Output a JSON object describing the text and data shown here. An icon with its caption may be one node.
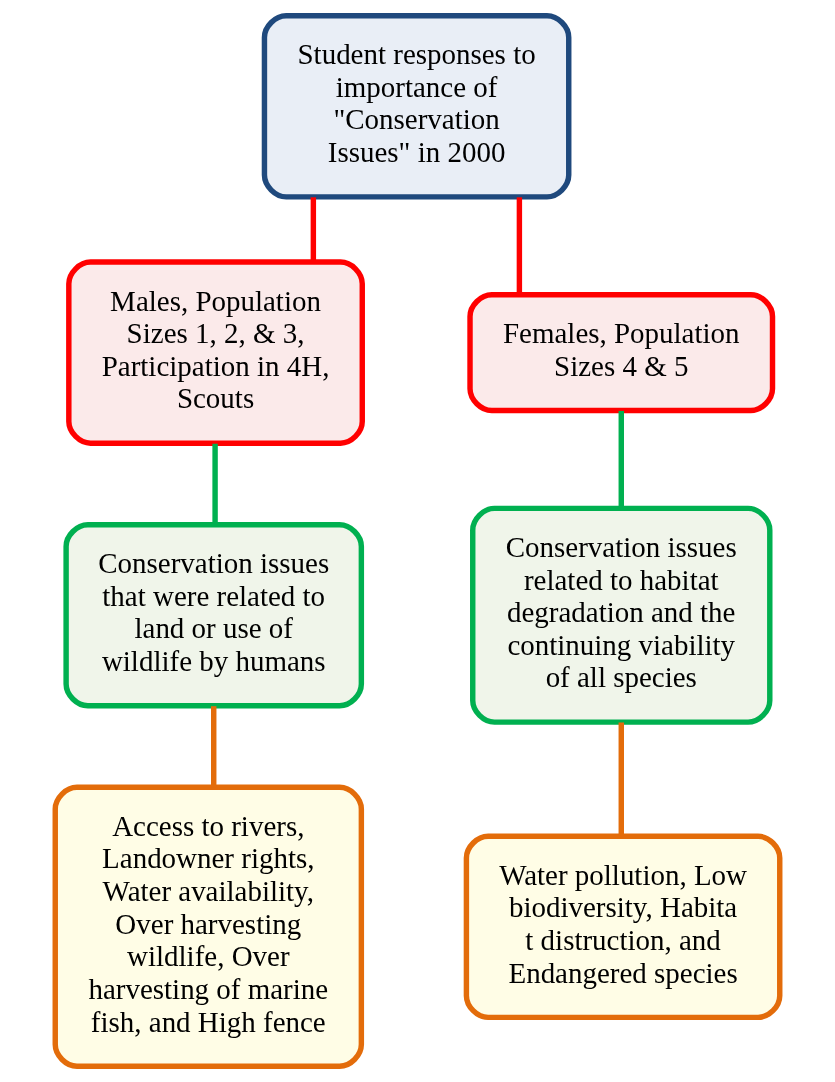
{
  "diagram": {
    "nodes": [
      {
        "text": [
          "Student responses to importance of \"Conservation Issues\" in 2000"
        ]
      },
      {
        "text": [
          "Males, Population Sizes 1, 2, & 3, Participation in 4H, Scouts"
        ]
      },
      {
        "text": [
          "Females, Population Sizes 4 & 5"
        ]
      },
      {
        "text": [
          "Conservation issues that were related to land or use of wildlife by humans"
        ]
      },
      {
        "text": [
          "Conservation issues related to habitat degradation and the continuing viability of all species"
        ]
      },
      {
        "text": [
          "Access to rivers, Landowner rights, Water availability, Over harvesting wildlife, Over harvesting of marine fish, and High fence"
        ]
      },
      {
        "text": [
          "Water pollution, Low biodiversity, Habita t distruction, and Endangered species"
        ]
      }
    ],
    "edges": [
      {
        "from": 0,
        "to": 1,
        "arrow": "none",
        "color": "#ff0000"
      },
      {
        "from": 0,
        "to": 2,
        "arrow": "none",
        "color": "#ff0000"
      },
      {
        "from": 1,
        "to": 3,
        "arrow": "none",
        "color": "#00b050"
      },
      {
        "from": 2,
        "to": 4,
        "arrow": "none",
        "color": "#00b050"
      },
      {
        "from": 3,
        "to": 5,
        "arrow": "none",
        "color": "#e36c0a"
      },
      {
        "from": 4,
        "to": 6,
        "arrow": "none",
        "color": "#e36c0a"
      }
    ]
  }
}
